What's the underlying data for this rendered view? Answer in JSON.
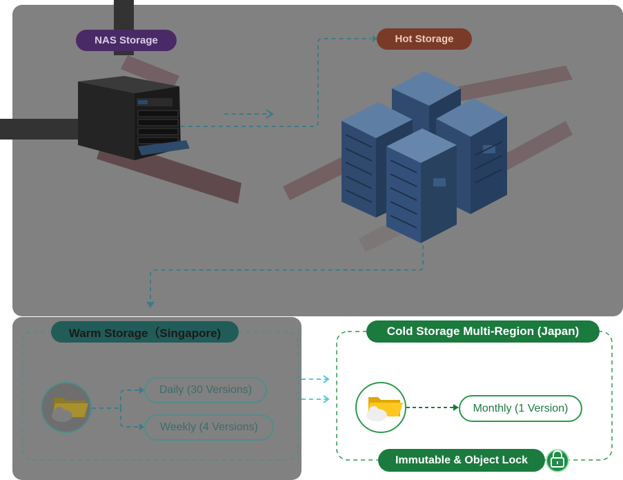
{
  "nodes": {
    "nas": {
      "label": "NAS Storage"
    },
    "hot": {
      "label": "Hot Storage"
    },
    "warm": {
      "label": "Warm Storage（Singapore)",
      "options": [
        {
          "label": "Daily (30 Versions)"
        },
        {
          "label": "Weekly (4 Versions)"
        }
      ]
    },
    "cold": {
      "label": "Cold Storage Multi-Region (Japan)",
      "options": [
        {
          "label": "Monthly (1 Version)"
        }
      ],
      "badge": "Immutable & Object Lock"
    }
  },
  "icons": {
    "nas": "nas-device-icon",
    "hot": "server-rack-icon",
    "warm": "cloud-folder-icon",
    "cold": "cloud-folder-icon",
    "lock": "lock-icon"
  },
  "colors": {
    "nas_pill": "#4a2a66",
    "hot_pill": "#7a3a28",
    "warm_accent": "#4e8e8a",
    "cold_accent": "#1b7a3e",
    "connector": "#58c8dc",
    "overlay": "#767676"
  }
}
